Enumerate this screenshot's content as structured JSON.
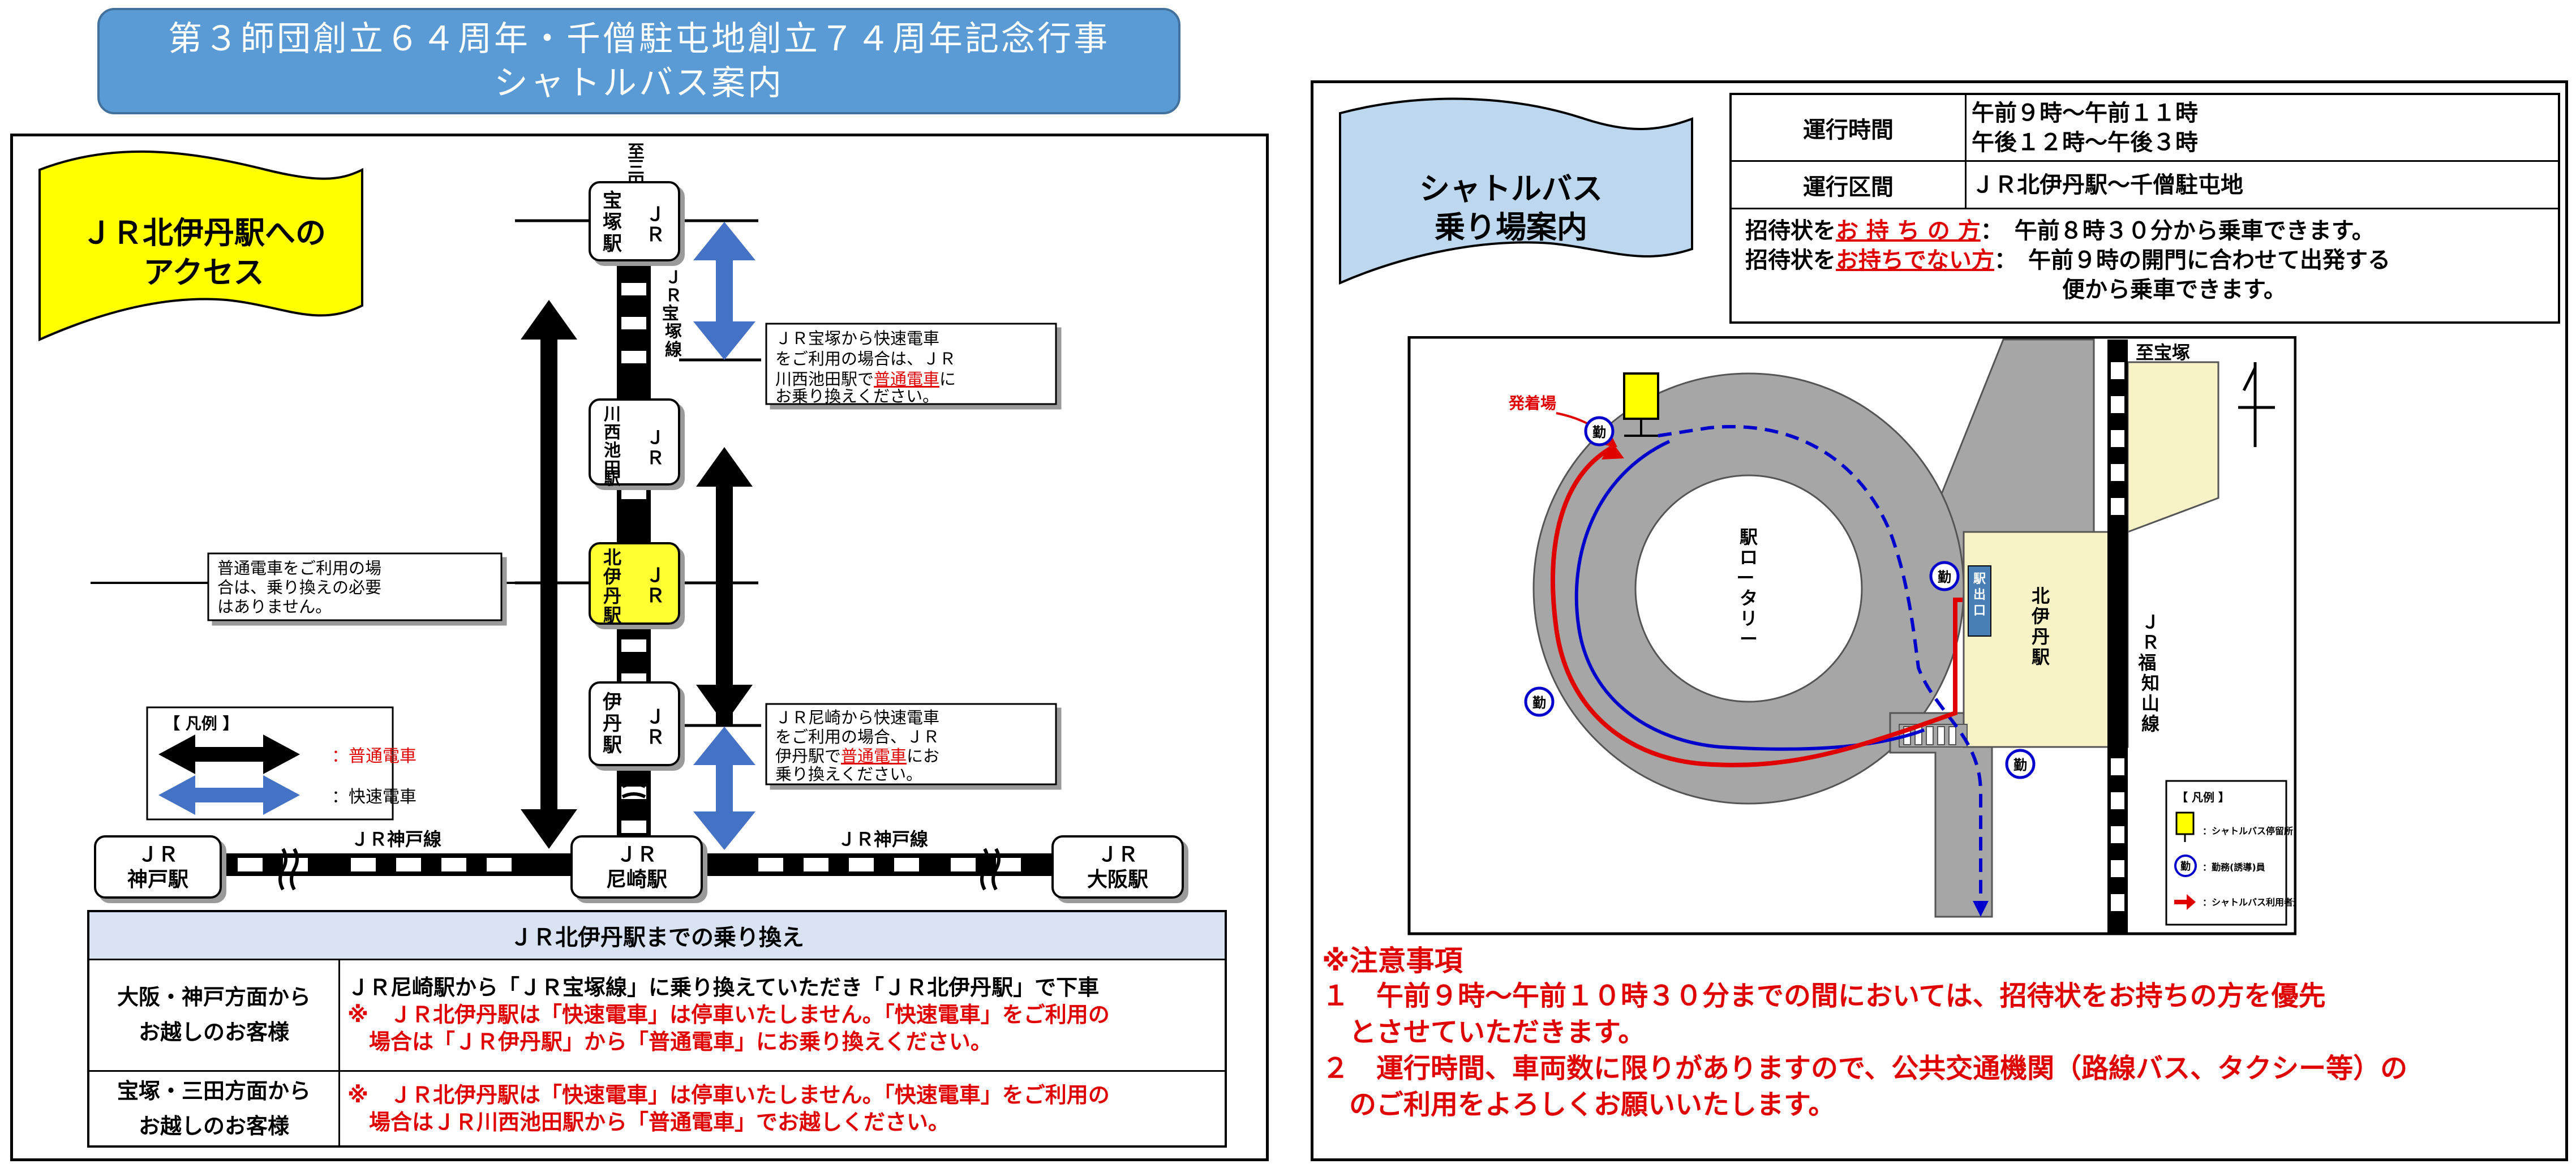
{
  "title": {
    "line1": "第３師団創立６４周年・千僧駐屯地創立７４周年記念行事",
    "line2": "シャトルバス案内"
  },
  "access": {
    "flag_line1": "ＪＲ北伊丹駅への",
    "flag_line2": "アクセス",
    "direction": "至三田",
    "stations": {
      "takarazuka": "宝塚駅",
      "kawanishi": "川西池田駅",
      "kitaitami": "北伊丹駅",
      "itami": "伊丹駅",
      "amagasaki": "尼崎駅",
      "kobe": "神戸駅",
      "osaka": "大阪駅",
      "jr": "ＪＲ"
    },
    "line_takarazuka": "ＪＲ宝塚線",
    "line_kobe": "ＪＲ神戸線",
    "note_takarazuka": [
      "ＪＲ宝塚から快速電車",
      "をご利用の場合は、ＪＲ",
      "川西池田駅で",
      "普通電車",
      "に",
      "お乗り換えください。"
    ],
    "note_local": [
      "普通電車をご利用の場",
      "合は、乗り換えの必要",
      "はありません。"
    ],
    "note_amagasaki": [
      "ＪＲ尼崎から快速電車",
      "をご利用の場合、ＪＲ",
      "伊丹駅で",
      "普通電車",
      "にお",
      "乗り換えください。"
    ],
    "legend": {
      "title": "【 凡例 】",
      "local": "：普通電車",
      "rapid": "：快速電車"
    }
  },
  "transfer": {
    "header": "ＪＲ北伊丹駅までの乗り換え",
    "rows": [
      {
        "from_line1": "大阪・神戸方面から",
        "from_line2": "お越しのお客様",
        "text": "ＪＲ尼崎駅から「ＪＲ宝塚線」に乗り換えていただき「ＪＲ北伊丹駅」で下車",
        "note_line1": "※　ＪＲ北伊丹駅は「快速電車」は停車いたしません。「快速電車」をご利用の",
        "note_line2": "　場合は「ＪＲ伊丹駅」から「普通電車」にお乗り換えください。"
      },
      {
        "from_line1": "宝塚・三田方面から",
        "from_line2": "お越しのお客様",
        "note_line1": "※　ＪＲ北伊丹駅は「快速電車」は停車いたしません。「快速電車」をご利用の",
        "note_line2": "　場合はＪＲ川西池田駅から「普通電車」でお越しください。"
      }
    ]
  },
  "shuttle": {
    "flag_line1": "シャトルバス",
    "flag_line2": "乗り場案内",
    "info": {
      "hours_label": "運行時間",
      "hours_line1": "午前９時～午前１１時",
      "hours_line2": "午後１２時～午後３時",
      "route_label": "運行区間",
      "route_value": "ＪＲ北伊丹駅～千僧駐屯地",
      "invite1_prefix": "招待状を",
      "invite1_em": "お 持 ち の 方",
      "invite1_text": "：　午前８時３０分から乗車できます。",
      "invite2_prefix": "招待状を",
      "invite2_em": "お持ちでない方",
      "invite2_text": "：　午前９時の開門に合わせて出発する",
      "invite2_line2": "便から乗車できます。"
    },
    "map": {
      "boarding": "発着場",
      "rotary": "駅ロータリー",
      "station": "北伊丹駅",
      "exit": "駅出口",
      "to_takarazuka": "至宝塚",
      "line": "ＪＲ福知山線",
      "staff": "勤",
      "legend_title": "【 凡例 】",
      "legend_stop": "：シャトルバス停留所",
      "legend_staff": "：勤務(誘導)員",
      "legend_route": "：シャトルバス利用者通行順路"
    }
  },
  "notes": {
    "heading": "※注意事項",
    "item1_line1": "１　午前９時～午前１０時３０分までの間においては、招待状をお持ちの方を優先",
    "item1_line2": "　とさせていただきます。",
    "item2_line1": "２　運行時間、車両数に限りがありますので、公共交通機関（路線バス、タクシー等）の",
    "item2_line2": "　のご利用をよろしくお願いいたします。"
  },
  "colors": {
    "banner": "#5b9bd5",
    "flag_yellow": "#ffff00",
    "flag_blue": "#bdd7ee",
    "rapid_blue": "#4472c4",
    "route_red": "#e00000",
    "station_highlight": "#ffff33",
    "road_gray": "#a6a6a6",
    "platform_beige": "#f7f3c6"
  }
}
